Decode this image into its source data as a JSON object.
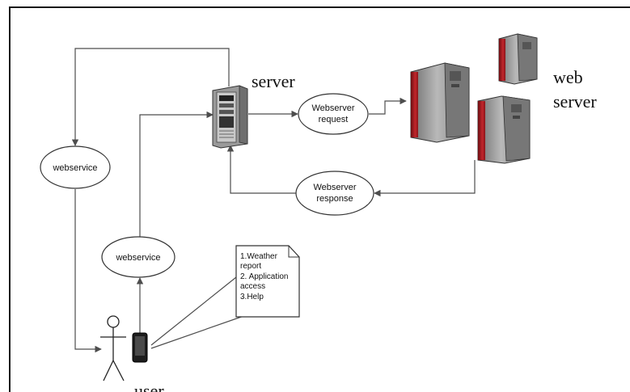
{
  "diagram": {
    "labels": {
      "server": "server",
      "web_server_line1": "web",
      "web_server_line2": "server",
      "user": "user"
    },
    "nodes": {
      "webservice_left": "webservice",
      "webservice_user": "webservice",
      "request_line1": "Webserver",
      "request_line2": "request",
      "response_line1": "Webserver",
      "response_line2": "response"
    },
    "note": {
      "lines": [
        "1.Weather",
        "report",
        "2. Application",
        "access",
        "3.Help"
      ]
    },
    "colors": {
      "line": "#4d4d4d",
      "frame": "#1a1a1a",
      "tower_body": "#8c8c8c",
      "tower_accent": "#b51f24"
    }
  }
}
